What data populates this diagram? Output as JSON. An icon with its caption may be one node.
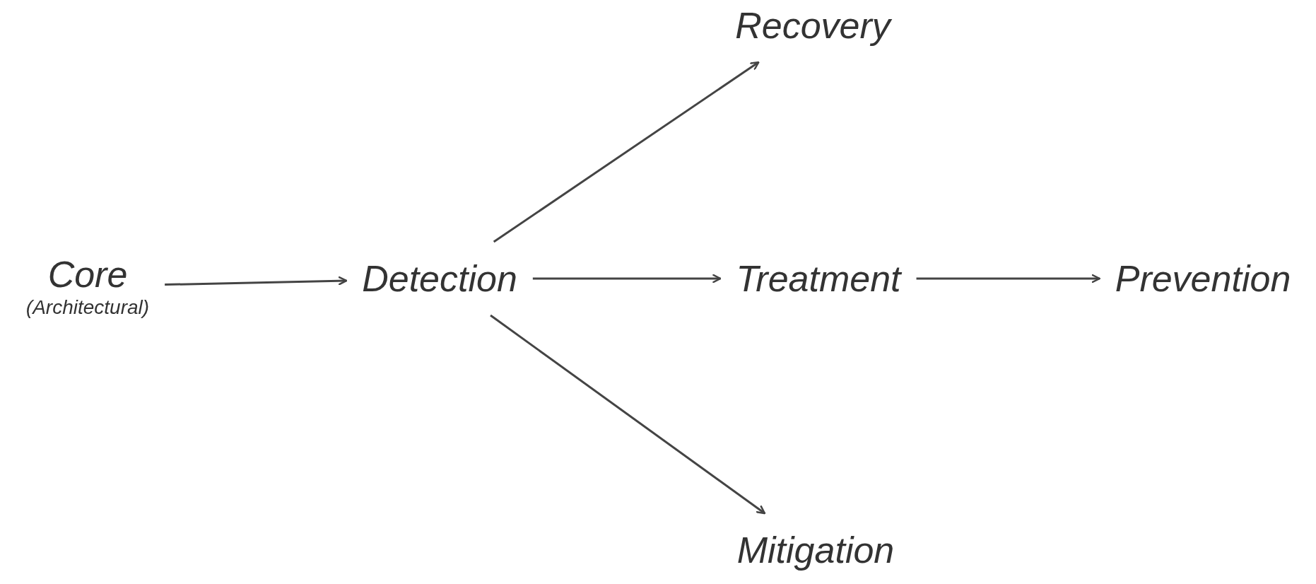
{
  "diagram": {
    "nodes": [
      {
        "text": [
          "Core",
          "(Architectural)"
        ]
      },
      {
        "text": [
          "Detection"
        ]
      },
      {
        "text": [
          "Recovery"
        ]
      },
      {
        "text": [
          "Treatment"
        ]
      },
      {
        "text": [
          "Mitigation"
        ]
      },
      {
        "text": [
          "Prevention"
        ]
      }
    ],
    "edges": [
      {
        "from": 0,
        "to": 1,
        "arrow": "to"
      },
      {
        "from": 1,
        "to": 2,
        "arrow": "to"
      },
      {
        "from": 1,
        "to": 3,
        "arrow": "to"
      },
      {
        "from": 1,
        "to": 4,
        "arrow": "to"
      },
      {
        "from": 3,
        "to": 5,
        "arrow": "to"
      }
    ]
  }
}
